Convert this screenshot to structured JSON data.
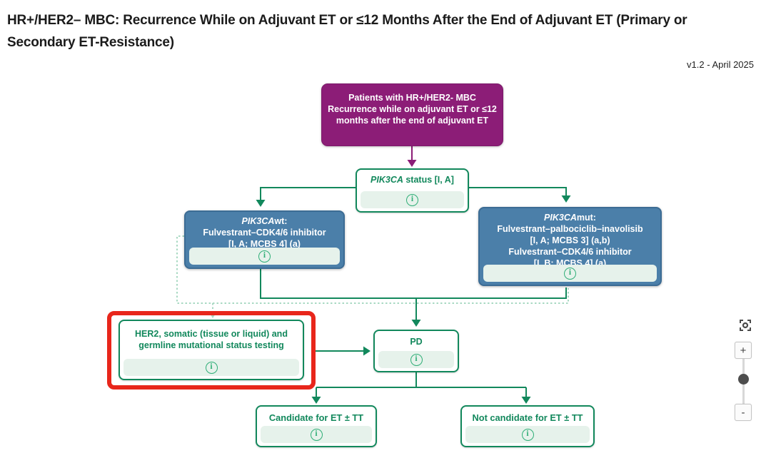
{
  "header": {
    "title": "HR+/HER2– MBC: Recurrence While on Adjuvant ET or ≤12 Months After the End of Adjuvant ET (Primary or Secondary ET-Resistance)",
    "version": "v1.2 - April 2025"
  },
  "flowchart": {
    "patients": {
      "line1": "Patients with HR+/HER2- MBC",
      "line2": "Recurrence while on adjuvant ET or ≤12 months after the end of adjuvant ET"
    },
    "pik3ca_status": {
      "gene": "PIK3CA",
      "rest": " status [I, A]"
    },
    "pik3ca_wt": {
      "gene": "PIK3CA",
      "suffix": "wt:",
      "lines": [
        "Fulvestrant–CDK4/6 inhibitor",
        "[I, A; MCBS 4] (a)"
      ]
    },
    "pik3ca_mut": {
      "gene": "PIK3CA",
      "suffix": "mut:",
      "lines": [
        "Fulvestrant–palbociclib–inavolisib",
        "[I, A; MCBS 3] (a,b)",
        "Fulvestrant–CDK4/6 inhibitor",
        "[I, B; MCBS 4] (a)"
      ]
    },
    "her2_testing": {
      "text": "HER2, somatic (tissue or liquid) and germline mutational status testing"
    },
    "pd": {
      "text": "PD"
    },
    "candidate": {
      "text": "Candidate for ET ± TT"
    },
    "not_candidate": {
      "text": "Not candidate for ET ± TT"
    },
    "info_icon": "i"
  },
  "zoom_controls": {
    "zoom_in": "+",
    "zoom_out": "-"
  },
  "colors": {
    "purple": "#8c1d77",
    "blue": "#4b7fa9",
    "blue_border": "#3c6c94",
    "green": "#12885c",
    "info_green": "#2fae77",
    "mint_strip": "#e6f2eb",
    "dotted_green": "#a9d9c3",
    "highlight_red": "#e8261b",
    "control_gray": "#4d4d4d"
  }
}
